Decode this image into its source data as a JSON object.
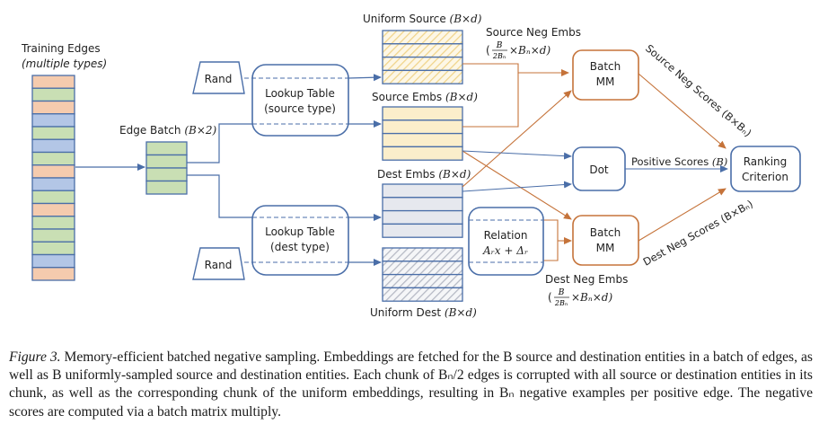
{
  "colors": {
    "blue": "#4a6ea8",
    "orange": "#c5733a",
    "stripe_orange": "#f5cbae",
    "stripe_green": "#c9dfb4",
    "stripe_blue": "#b3c6e6",
    "source_fill": "#fbeecb",
    "dest_fill": "#e6e8ee",
    "hatch_source": "#f0d48a",
    "hatch_dest": "#b5b9c4"
  },
  "training_edges": {
    "title": "Training Edges",
    "subtitle": "(multiple types)",
    "stripes": [
      "orange",
      "green",
      "orange",
      "blue",
      "green",
      "blue",
      "green",
      "orange",
      "blue",
      "green",
      "orange",
      "green",
      "green",
      "green",
      "blue",
      "orange"
    ]
  },
  "edge_batch": {
    "label": "Edge Batch ",
    "dims": "(B×2)",
    "rows": 4
  },
  "rand_top": {
    "label": "Rand"
  },
  "rand_bottom": {
    "label": "Rand"
  },
  "lookup_source": {
    "line1": "Lookup Table",
    "line2": "(source type)"
  },
  "lookup_dest": {
    "line1": "Lookup Table",
    "line2": "(dest type)"
  },
  "uniform_source": {
    "label": "Uniform Source ",
    "dims": "(B×d)"
  },
  "source_embs": {
    "label": "Source Embs ",
    "dims": "(B×d)"
  },
  "dest_embs": {
    "label": "Dest Embs ",
    "dims": "(B×d)"
  },
  "uniform_dest": {
    "label": "Uniform Dest ",
    "dims": "(B×d)"
  },
  "relation": {
    "line1": "Relation",
    "line2": "Aᵣx + Δᵣ"
  },
  "source_neg_embs": {
    "label": "Source Neg Embs",
    "frac_num": "B",
    "frac_den": "2Bₙ",
    "rest": "×Bₙ×d)",
    "open": "("
  },
  "dest_neg_embs": {
    "label": "Dest Neg Embs",
    "frac_num": "B",
    "frac_den": "2Bₙ",
    "rest": "×Bₙ×d)",
    "open": "("
  },
  "batch_mm_top": {
    "line1": "Batch",
    "line2": "MM"
  },
  "batch_mm_bottom": {
    "line1": "Batch",
    "line2": "MM"
  },
  "dot": {
    "label": "Dot"
  },
  "positive_scores": {
    "label": "Positive Scores ",
    "dims": "(B)"
  },
  "source_neg_scores": {
    "label": "Source Neg Scores (B×Bₙ)"
  },
  "dest_neg_scores": {
    "label": "Dest Neg Scores (B×Bₙ)"
  },
  "ranking": {
    "line1": "Ranking",
    "line2": "Criterion"
  },
  "caption": {
    "figure": "Figure 3.",
    "text": " Memory-efficient batched negative sampling.  Embeddings are fetched for the B source and destination entities in a batch of edges, as well as B uniformly-sampled source and destination entities. Each chunk of Bₙ/2 edges is corrupted with all source or destination entities in its chunk, as well as the corresponding chunk of the uniform embeddings, resulting in Bₙ negative examples per positive edge. The negative scores are computed via a batch matrix multiply."
  }
}
